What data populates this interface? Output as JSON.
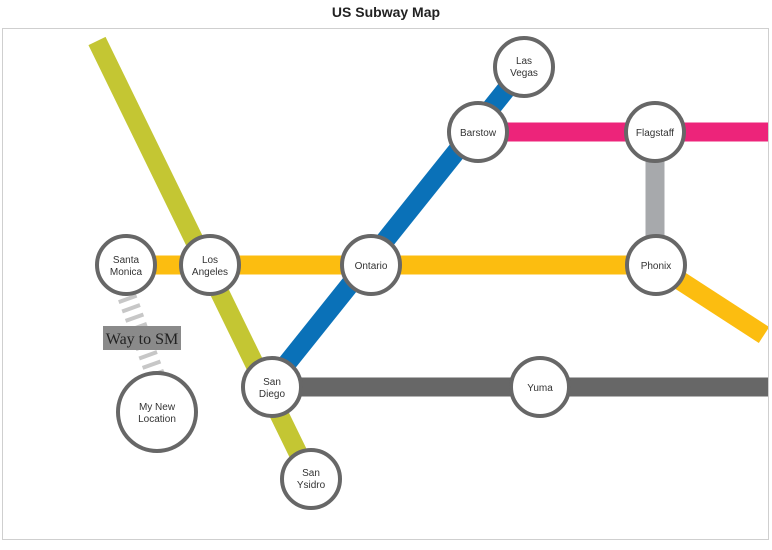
{
  "title": "US Subway Map",
  "colors": {
    "green_line": "#c4c633",
    "blue_line": "#0a71b8",
    "yellow_line": "#fcbd10",
    "pink_line": "#ed247a",
    "gray_line": "#676767",
    "connector": "#a7a9ac",
    "station_border": "#676767",
    "label_bg": "#8a8a8a"
  },
  "stations": {
    "santa_monica": [
      "Santa",
      "Monica"
    ],
    "los_angeles": [
      "Los",
      "Angeles"
    ],
    "ontario": [
      "Ontario"
    ],
    "phonix": [
      "Phonix"
    ],
    "las_vegas": [
      "Las",
      "Vegas"
    ],
    "barstow": [
      "Barstow"
    ],
    "flagstaff": [
      "Flagstaff"
    ],
    "san_diego": [
      "San",
      "Diego"
    ],
    "yuma": [
      "Yuma"
    ],
    "san_ysidro": [
      "San",
      "Ysidro"
    ],
    "my_new_location": [
      "My New",
      "Location"
    ]
  },
  "annotation": "Way to SM"
}
